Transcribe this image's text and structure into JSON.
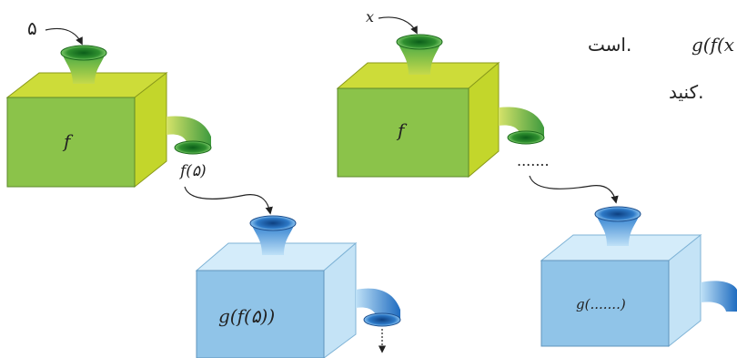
{
  "top_text": {
    "line1": "g(f(x",
    "line1_suffix": "است.",
    "line2": "کنید."
  },
  "left_machine": {
    "input_label": "۵",
    "f_label": "f",
    "output_label": "f(۵)",
    "g_label": "g(f(۵))"
  },
  "right_machine": {
    "input_label": "x",
    "f_label": "f",
    "output_blank": ".......",
    "g_label": "g(.......)"
  },
  "colors": {
    "green_front": "#8bc34a",
    "green_top": "#cddc39",
    "blue_front": "#90c4e8",
    "blue_top": "#d4ecfa"
  }
}
